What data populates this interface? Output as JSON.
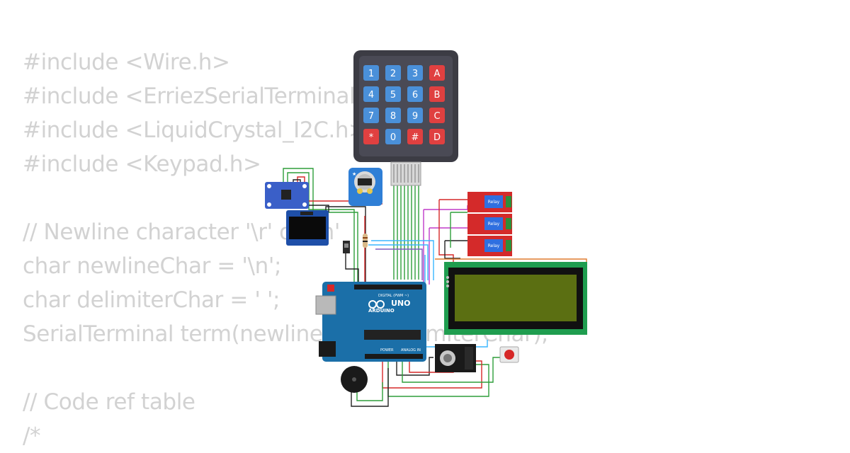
{
  "code_lines": [
    "#include <Wire.h>",
    "#include <ErriezSerialTerminal.h>",
    "#include <LiquidCrystal_I2C.h>",
    "#include <Keypad.h>",
    "",
    "// Newline character '\\r' or '\\n'",
    "char newlineChar = '\\n';",
    "char delimiterChar = ' ';",
    "SerialTerminal term(newlineChar, delimiterChar);",
    "",
    "// Code ref table",
    "/*"
  ],
  "keypad": {
    "keys": [
      "1",
      "2",
      "3",
      "A",
      "4",
      "5",
      "6",
      "B",
      "7",
      "8",
      "9",
      "C",
      "*",
      "0",
      "#",
      "D"
    ],
    "colors": {
      "digit": "#4a90d9",
      "special": "#e04040",
      "body": "#3c3c44"
    }
  },
  "arduino": {
    "brand": "ARDUINO",
    "model": "UNO",
    "digital_label": "DIGITAL (PWM ~)",
    "analog_label": "ANALOG IN",
    "power_label": "POWER"
  },
  "relays": [
    {
      "label": "Relay"
    },
    {
      "label": "Relay"
    },
    {
      "label": "Relay"
    }
  ],
  "wire_colors": [
    "#2e9e3a",
    "#d62828",
    "#222222",
    "#c03ac9",
    "#38b6ff",
    "#e07b2e",
    "#7d5cbf"
  ]
}
